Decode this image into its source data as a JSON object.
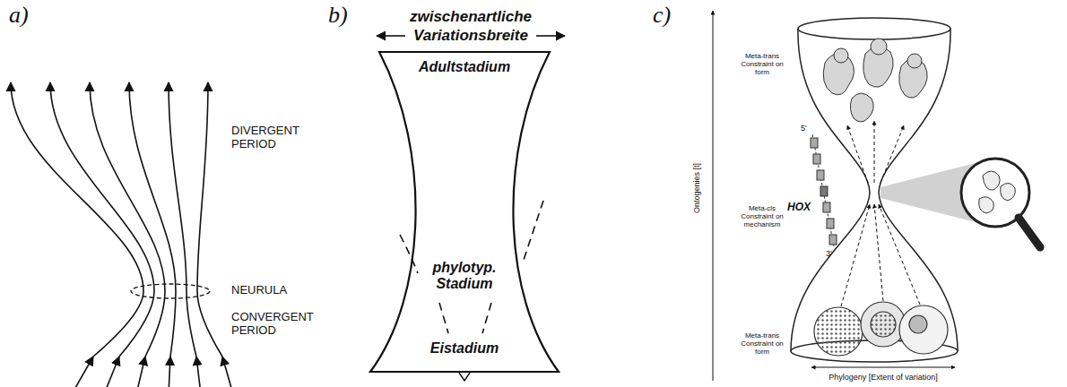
{
  "diagram": {
    "labels": [
      "a)",
      "b)",
      "c)",
      "DIVERGENT PERIOD",
      "NEURULA",
      "CONVERGENT PERIOD",
      "zwischenartliche Variationsbreite",
      "Adultstadium",
      "phylotyp. Stadium",
      "Eistadium",
      "Meta-trans Constraint on form",
      "Meta-cis Constraint on mechanism",
      "Meta-trans Constraint on form",
      "HOX",
      "5'",
      "3'",
      "Ontogenies [t]",
      "Phylogeny [Extent of variation]"
    ]
  }
}
